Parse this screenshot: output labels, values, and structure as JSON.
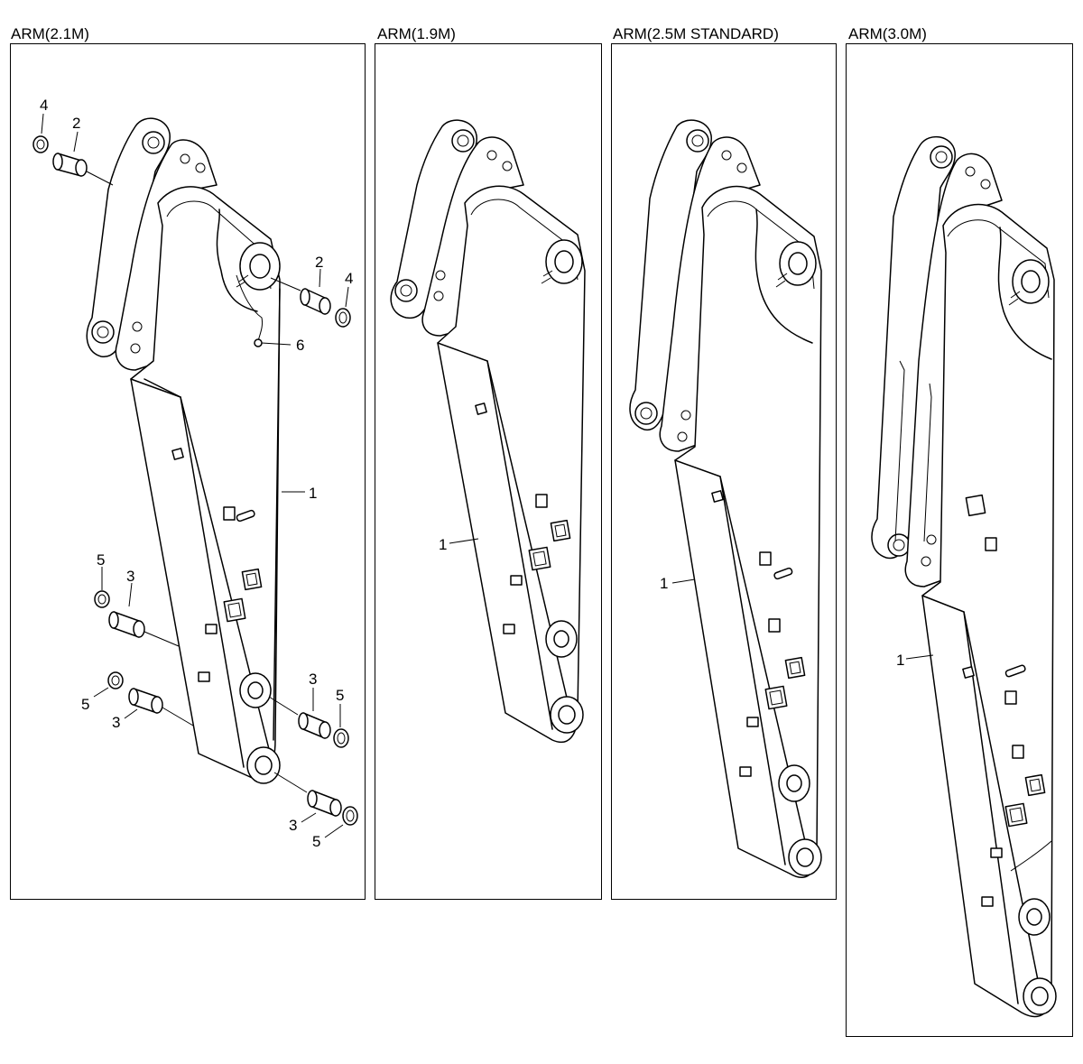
{
  "panels": [
    {
      "title": "ARM(2.1M)",
      "part_labels": [
        "4",
        "2",
        "2",
        "4",
        "6",
        "1",
        "5",
        "3",
        "3",
        "5",
        "5",
        "3",
        "3",
        "5"
      ]
    },
    {
      "title": "ARM(1.9M)",
      "part_labels": [
        "1"
      ]
    },
    {
      "title": "ARM(2.5M STANDARD)",
      "part_labels": [
        "1"
      ]
    },
    {
      "title": "ARM(3.0M)",
      "part_labels": [
        "1"
      ]
    }
  ],
  "colors": {
    "line": "#000000",
    "background": "#ffffff"
  }
}
